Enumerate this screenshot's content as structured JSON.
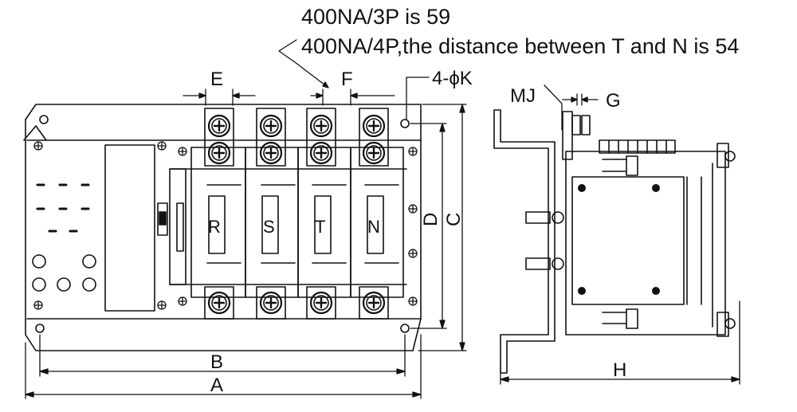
{
  "notes": {
    "line1": "400NA/3P is 59",
    "line2": "400NA/4P,the distance between T and N is 54"
  },
  "dimensions": {
    "A": "A",
    "B": "B",
    "C": "C",
    "D": "D",
    "E": "E",
    "F": "F",
    "G": "G",
    "H": "H",
    "K": "4-ϕK",
    "MJ": "MJ"
  },
  "poles": [
    "R",
    "S",
    "T",
    "N"
  ],
  "colors": {
    "line": "#111111",
    "background": "#ffffff"
  }
}
